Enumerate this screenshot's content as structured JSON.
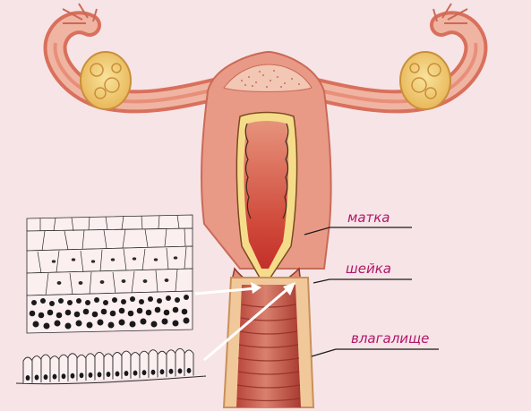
{
  "labels": {
    "uterus": "матка",
    "cervix": "шейка",
    "vagina": "влагалище"
  },
  "colors": {
    "background": "#f7e4e6",
    "label_text": "#b0186a",
    "tissue": "#e99a86",
    "tissue_dark": "#d9705c",
    "inner_red": "#c8372e",
    "ovary": "#f3d27a",
    "mucosa_yellow": "#f5dc8a",
    "leader_line": "#1a1a1a",
    "pointer_arrow": "#ffffff"
  }
}
